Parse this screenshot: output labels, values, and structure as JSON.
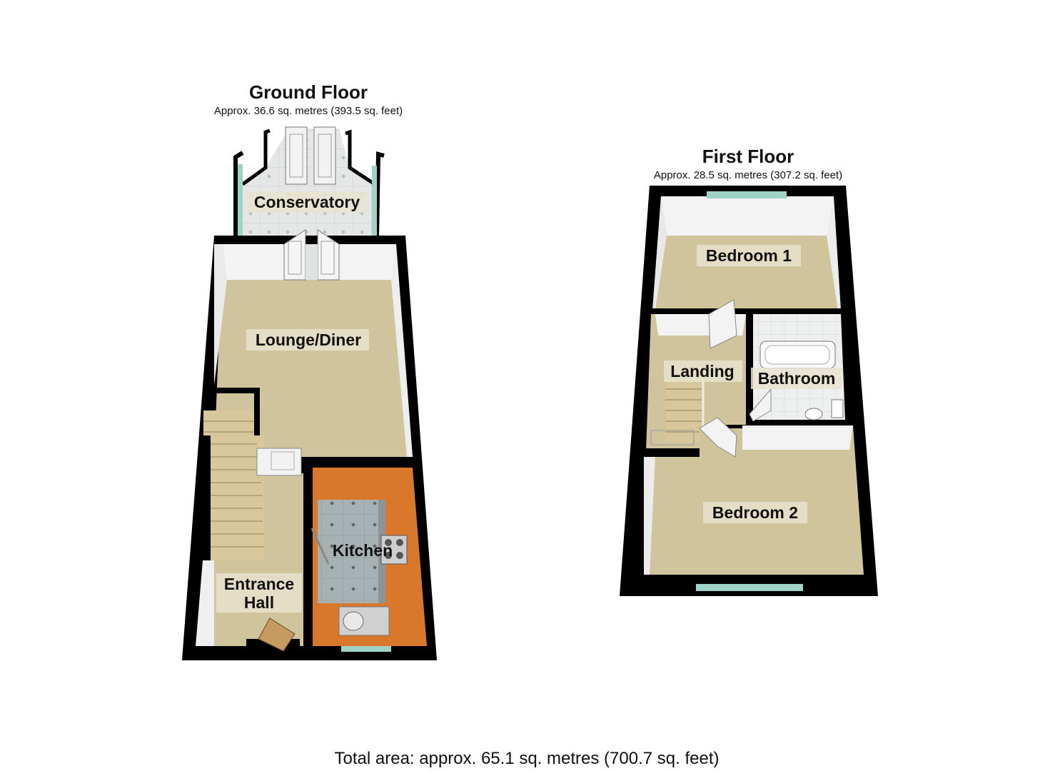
{
  "ground_floor": {
    "title": "Ground Floor",
    "area": "Approx. 36.6 sq. metres (393.5 sq. feet)",
    "rooms": {
      "conservatory": "Conservatory",
      "lounge": "Lounge/Diner",
      "kitchen": "Kitchen",
      "entrance_line1": "Entrance",
      "entrance_line2": "Hall"
    }
  },
  "first_floor": {
    "title": "First Floor",
    "area": "Approx. 28.5 sq. metres (307.2 sq. feet)",
    "rooms": {
      "bedroom1": "Bedroom 1",
      "landing": "Landing",
      "bathroom": "Bathroom",
      "bedroom2": "Bedroom 2"
    }
  },
  "total_area": "Total area: approx. 65.1 sq. metres (700.7 sq. feet)",
  "colors": {
    "wall": "#000000",
    "carpet": "#cfc49b",
    "tile": "#dfe3e3",
    "kitchen_floor": "#9aa3a6",
    "worktop": "#d9772a",
    "glass": "#9fd3c8"
  }
}
